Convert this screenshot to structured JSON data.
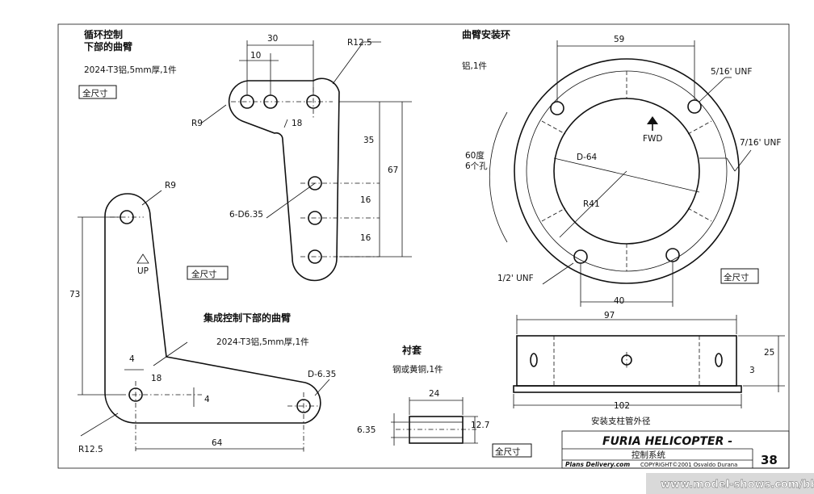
{
  "parts": {
    "lower_arm": {
      "title_1": "循环控制",
      "title_2": "下部的曲臂",
      "material": "2024-T3铝,5mm厚,1件",
      "scale": "全尺寸",
      "dims": {
        "d30": "30",
        "d10": "10",
        "r12": "R12.5",
        "r9": "R9",
        "d18": "18",
        "d35": "35",
        "d67": "67",
        "d16a": "16",
        "d16b": "16",
        "holes": "6-D6.35"
      }
    },
    "ring": {
      "title": "曲臂安装环",
      "material": "铝,1件",
      "scale": "全尺寸",
      "dims": {
        "d59": "59",
        "unf516": "5/16' UNF",
        "unf716": "7/16' UNF",
        "angle_1": "60度",
        "angle_2": "6个孔",
        "d64": "D-64",
        "r41": "R41",
        "unf12": "1/2' UNF",
        "d40": "40"
      },
      "fwd": "FWD"
    },
    "collective_arm": {
      "title": "集成控制下部的曲臂",
      "material": "2024-T3铝,5mm厚,1件",
      "scale": "全尺寸",
      "up": "UP",
      "dims": {
        "r9": "R9",
        "d73": "73",
        "d4a": "4",
        "d18": "18",
        "d4b": "4",
        "d635": "D-6.35",
        "r125": "R12.5",
        "d64": "64"
      }
    },
    "bushing": {
      "title": "衬套",
      "material": "钢或黄铜,1件",
      "scale": "全尺寸",
      "dims": {
        "d24": "24",
        "d635": "6.35",
        "d127": "12.7"
      }
    },
    "side_view": {
      "caption": "安装支柱管外径",
      "dims": {
        "d97": "97",
        "d25": "25",
        "d3": "3",
        "d102": "102"
      }
    }
  },
  "title_block": {
    "title": "FURIA HELICOPTER -",
    "subtitle": "控制系统",
    "source": "Plans Delivery.com",
    "copyright": "COPYRIGHT©2001 Osvaldo Durana",
    "page": "38"
  },
  "watermark": "www.model-shows.com/bbs"
}
